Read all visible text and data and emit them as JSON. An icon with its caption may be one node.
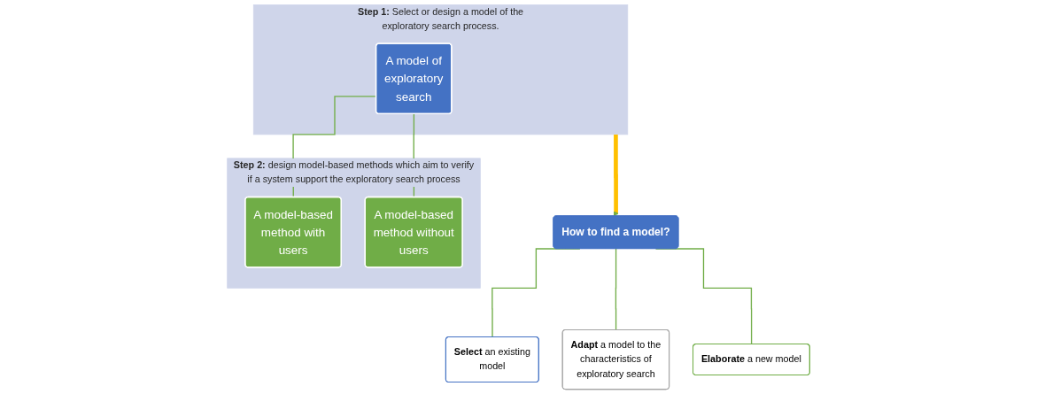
{
  "diagram": {
    "nodes": [
      {
        "text": [
          "**Step 1:** Select or design a model of the exploratory search process."
        ]
      },
      {
        "text": [
          "A model of exploratory search"
        ],
        "in": 0
      },
      {
        "text": [
          "**Step 2:** design model-based methods which aim to verify if a system support the exploratory search process"
        ]
      },
      {
        "text": [
          "A model-based method with users"
        ],
        "in": 2
      },
      {
        "text": [
          "A model-based method without users"
        ],
        "in": 2
      },
      {
        "text": [
          "How to find a model?"
        ]
      },
      {
        "text": [
          "**Select** an existing model"
        ]
      },
      {
        "text": [
          "**Adapt** a model to the characteristics of exploratory search"
        ]
      },
      {
        "text": [
          "**Elaborate** a new model"
        ]
      }
    ],
    "edges": [
      {
        "from": 1,
        "to": 3,
        "arrow": "none"
      },
      {
        "from": 1,
        "to": 4,
        "arrow": "none"
      },
      {
        "from": 0,
        "to": 5,
        "arrow": "to",
        "style": "thick",
        "color": "#ffc000"
      },
      {
        "from": 5,
        "to": 6,
        "arrow": "none"
      },
      {
        "from": 5,
        "to": 7,
        "arrow": "none"
      },
      {
        "from": 5,
        "to": 8,
        "arrow": "none"
      }
    ]
  }
}
